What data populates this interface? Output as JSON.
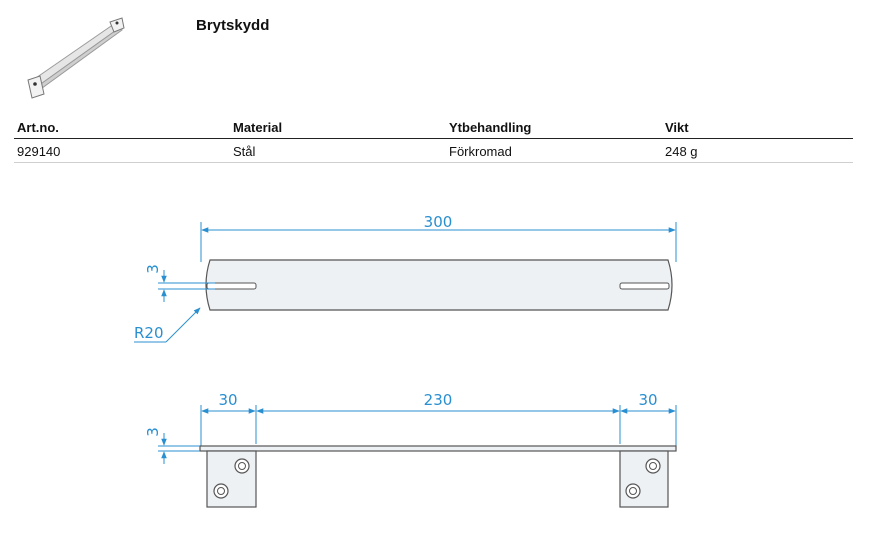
{
  "product": {
    "title": "Brytskydd",
    "thumbnail_icon": "bar-guard-product-icon"
  },
  "specs": {
    "headers": [
      "Art.no.",
      "Material",
      "Ytbehandling",
      "Vikt"
    ],
    "rows": [
      [
        "929140",
        "Stål",
        "Förkromad",
        "248 g"
      ]
    ]
  },
  "drawing": {
    "dimension_color": "#2a8fd0",
    "top_view": {
      "overall_length": "300",
      "thickness": "3",
      "radius": "R20"
    },
    "side_view": {
      "left_bracket": "30",
      "center_span": "230",
      "right_bracket": "30",
      "thickness": "3"
    }
  }
}
